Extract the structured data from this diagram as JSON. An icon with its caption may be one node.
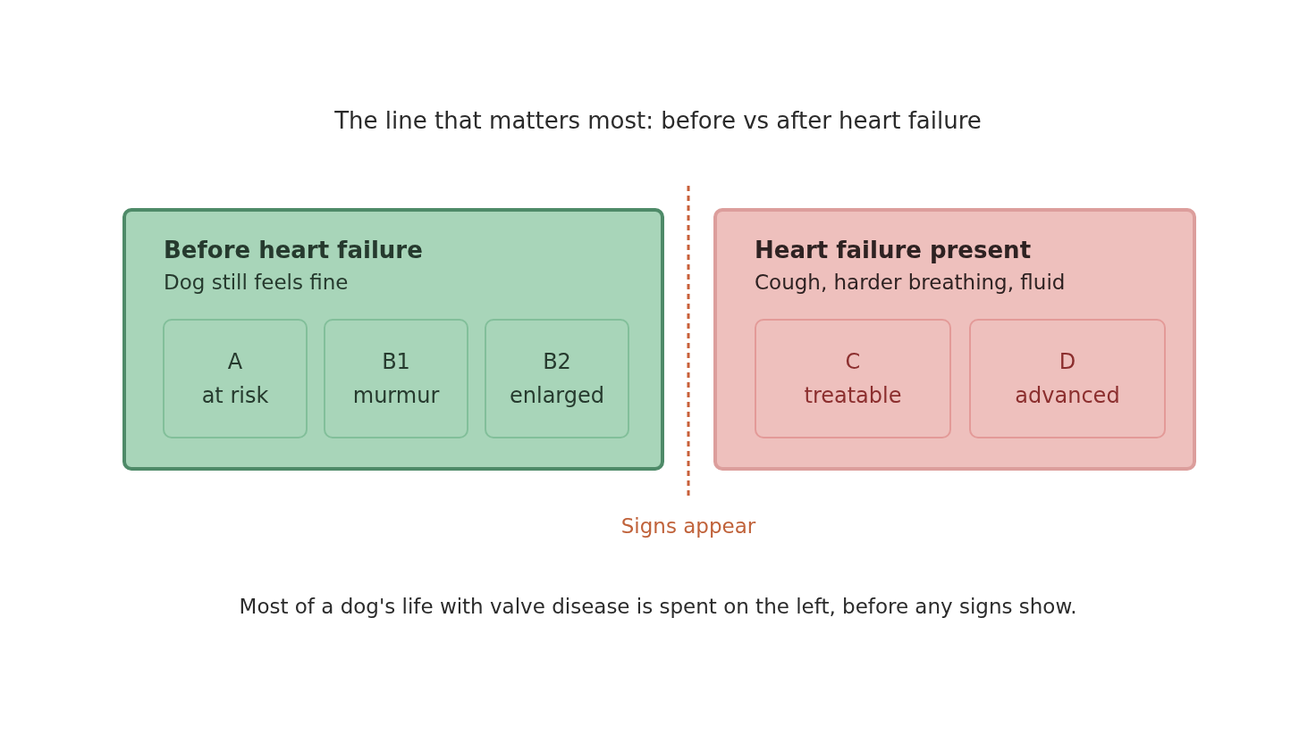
{
  "diagram": {
    "title": "The line that matters most: before vs after heart failure",
    "caption": "Most of a dog's life with valve disease is spent on the left, before any signs show.",
    "nodes": [
      {
        "text": [
          "Before heart failure",
          "Dog still feels fine"
        ]
      },
      {
        "text": [
          "A",
          "at risk"
        ],
        "in": 0
      },
      {
        "text": [
          "B1",
          "murmur"
        ],
        "in": 0
      },
      {
        "text": [
          "B2",
          "enlarged"
        ],
        "in": 0
      },
      {
        "text": [
          "Heart failure present",
          "Cough, harder breathing, fluid"
        ]
      },
      {
        "text": [
          "C",
          "treatable"
        ],
        "in": 4
      },
      {
        "text": [
          "D",
          "advanced"
        ],
        "in": 4
      }
    ],
    "edges": [],
    "labels": [
      "Signs appear"
    ]
  }
}
